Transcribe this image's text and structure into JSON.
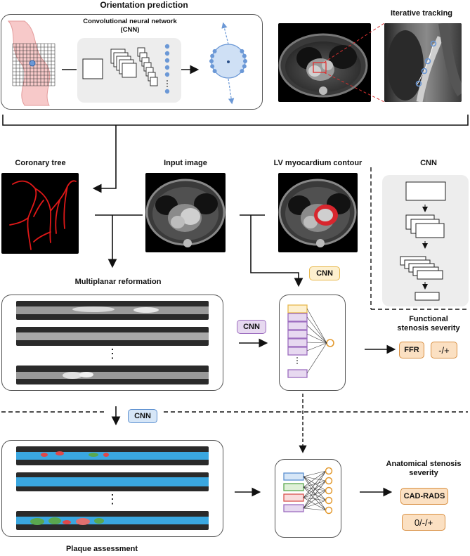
{
  "labels": {
    "orientation_prediction": "Orientation prediction",
    "iterative_tracking": "Iterative tracking",
    "cnn_full": "Convolutional neural network (CNN)",
    "coronary_tree": "Coronary tree",
    "input_image": "Input image",
    "lv_contour": "LV myocardium contour",
    "cnn_panel_title": "CNN",
    "multiplanar": "Multiplanar reformation",
    "functional": "Functional stenosis severity",
    "anatomical": "Anatomical stenosis severity",
    "plaque": "Plaque assessment"
  },
  "badges": {
    "cnn_yellow": "CNN",
    "cnn_purple": "CNN",
    "cnn_blue": "CNN",
    "ffr": "FFR",
    "ffr_sign": "-/+",
    "cadrads": "CAD-RADS",
    "cadrads_grade": "0/-/+"
  },
  "ellipsis": "⋮",
  "colors": {
    "yellow": "#e8b94e",
    "purple": "#9c6cbf",
    "blue": "#5b8fd0",
    "green": "#5aa84f",
    "red": "#d9534f",
    "orange": "#e39a2f",
    "dot_blue": "#6b98d6",
    "vessel_red": "#e01818",
    "lumen_blue": "#3aa7e0"
  }
}
